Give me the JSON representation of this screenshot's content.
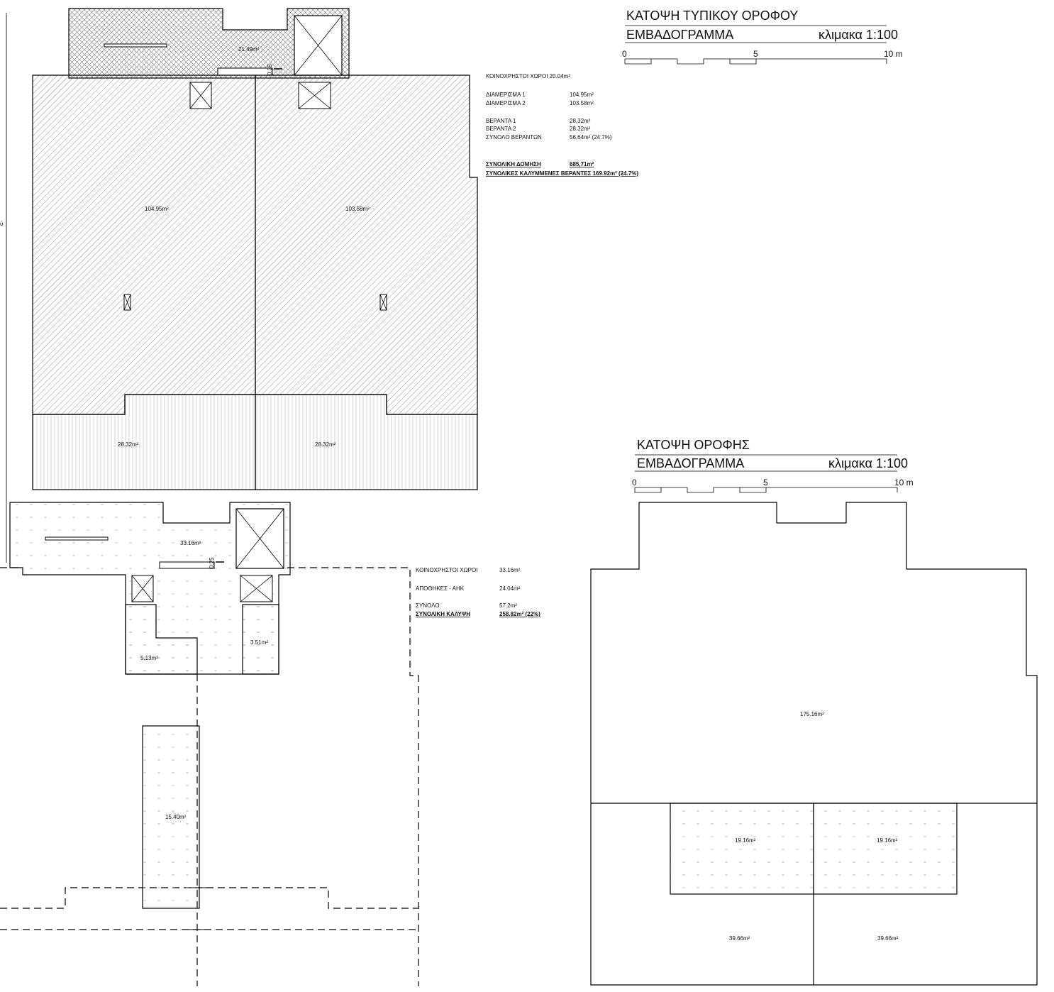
{
  "typical_floor": {
    "title": "ΚΑΤΟΨΗ ΤΥΠΙΚΟΥ ΟΡΟΦΟΥ",
    "subtitle": "ΕΜΒΑΔΟΓΡΑΜΜΑ",
    "scale": "κλιμακα 1:100",
    "scale_ticks": [
      "0",
      "5",
      "10 m"
    ],
    "areas": {
      "common": "21.49m²",
      "apartment_1": "104.95m²",
      "apartment_2": "103.58m²",
      "veranda_1": "28.32m²",
      "veranda_2": "28.32m²"
    },
    "dim_label": "0.25",
    "table": {
      "common_line": "ΚΟΙΝΟΧΡΗΣΤΟΙ ΧΩΡΟΙ 20.04m²",
      "rows": [
        {
          "label": "ΔΙΑΜΕΡΙΣΜΑ 1",
          "value": "104.95m²"
        },
        {
          "label": "ΔΙΑΜΕΡΙΣΜΑ 2",
          "value": "103.58m²"
        },
        {
          "label": "ΒΕΡΑΝΤΑ 1",
          "value": "28.32m²"
        },
        {
          "label": "ΒΕΡΑΝΤΑ 2",
          "value": "28.32m²"
        },
        {
          "label": "ΣΥΝΟΛΟ ΒΕΡΑΝΤΩΝ",
          "value": "56,64m² (24.7%)"
        }
      ],
      "total_label": "ΣΥΝΟΛΙΚΗ ΔΟΜΗΣΗ",
      "total_value": "685,71m²",
      "verandas_total": "ΣΥΝΟΛΙΚΕΣ ΚΑΛΥΜΜΕΝΕΣ ΒΕΡΑΝΤΕΣ 169.92m² (24.7%)"
    }
  },
  "ground_floor": {
    "areas": {
      "common": "33.16m²",
      "storage_left": "5.13m²",
      "storage_right": "3.51m²",
      "parking": "15.40m²"
    },
    "dim_label": "0.25",
    "table": {
      "rows": [
        {
          "label": "ΚΟΙΝΟΧΡΗΣΤΟΙ ΧΩΡΟΙ",
          "value": "33.16m²"
        },
        {
          "label": "ΑΠΟΘΗΚΕΣ - ΑΗΚ",
          "value": "24.04m²"
        },
        {
          "label": "ΣΥΝΟΛΟ",
          "value": "57.2m²"
        }
      ],
      "coverage_label": "ΣΥΝΟΛΙΚΗ ΚΑΛΥΨΗ",
      "coverage_value": "258.82m² (22%)"
    }
  },
  "roof": {
    "title": "ΚΑΤΟΨΗ ΟΡΟΦΗΣ",
    "subtitle": "ΕΜΒΑΔΟΓΡΑΜΜΑ",
    "scale": "κλιμακα 1:100",
    "scale_ticks": [
      "0",
      "5",
      "10 m"
    ],
    "areas": {
      "main": "175.16m²",
      "terrace_1": "19.16m²",
      "terrace_2": "19.16m²",
      "lower_1": "39.66m²",
      "lower_2": "39.66m²"
    }
  },
  "margin_text": "ύ"
}
